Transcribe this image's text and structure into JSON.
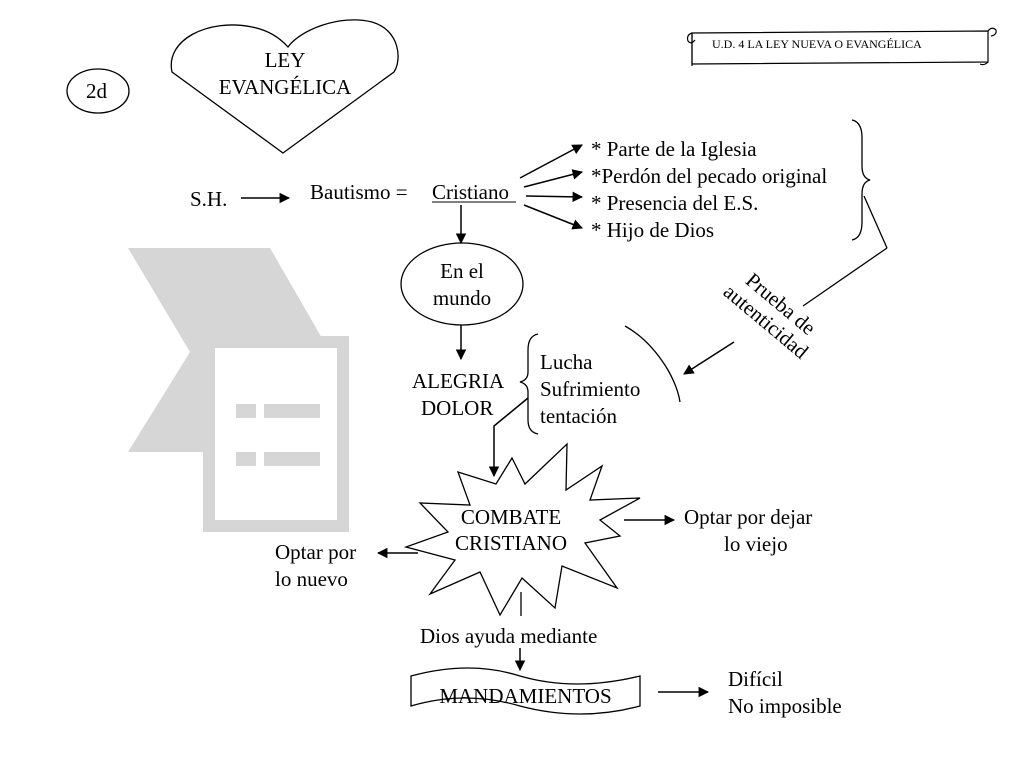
{
  "unit_label": "U.D. 4  LA LEY NUEVA O EVANGÉLICA",
  "slide_number": "2d",
  "heart": {
    "line1": "LEY",
    "line2": "EVANGÉLICA"
  },
  "sh": "S.H.",
  "bautismo": "Bautismo  =",
  "cristiano": "Cristiano",
  "effects": [
    "* Parte de la Iglesia",
    "*Perdón del pecado original",
    "* Presencia del E.S.",
    "* Hijo de Dios"
  ],
  "mundo": {
    "line1": "En el",
    "line2": "mundo"
  },
  "prueba": {
    "line1": "Prueba de",
    "line2": "autenticidad"
  },
  "alegria": {
    "line1": "ALEGRIA",
    "line2": "DOLOR"
  },
  "lucha": {
    "line1": "Lucha",
    "line2": "Sufrimiento",
    "line3": "tentación"
  },
  "combate": {
    "line1": "COMBATE",
    "line2": "CRISTIANO"
  },
  "optar_nuevo": {
    "line1": "Optar por",
    "line2": "lo nuevo"
  },
  "optar_viejo": {
    "line1": "Optar por dejar",
    "line2": "lo viejo"
  },
  "dios_ayuda": "Dios ayuda mediante",
  "mandamientos": "MANDAMIENTOS",
  "result": {
    "line1": "Difícil",
    "line2": "No imposible"
  },
  "colors": {
    "ink": "#000000",
    "watermark": "#d6d6d6"
  },
  "watermark_icon": "document-list-icon"
}
